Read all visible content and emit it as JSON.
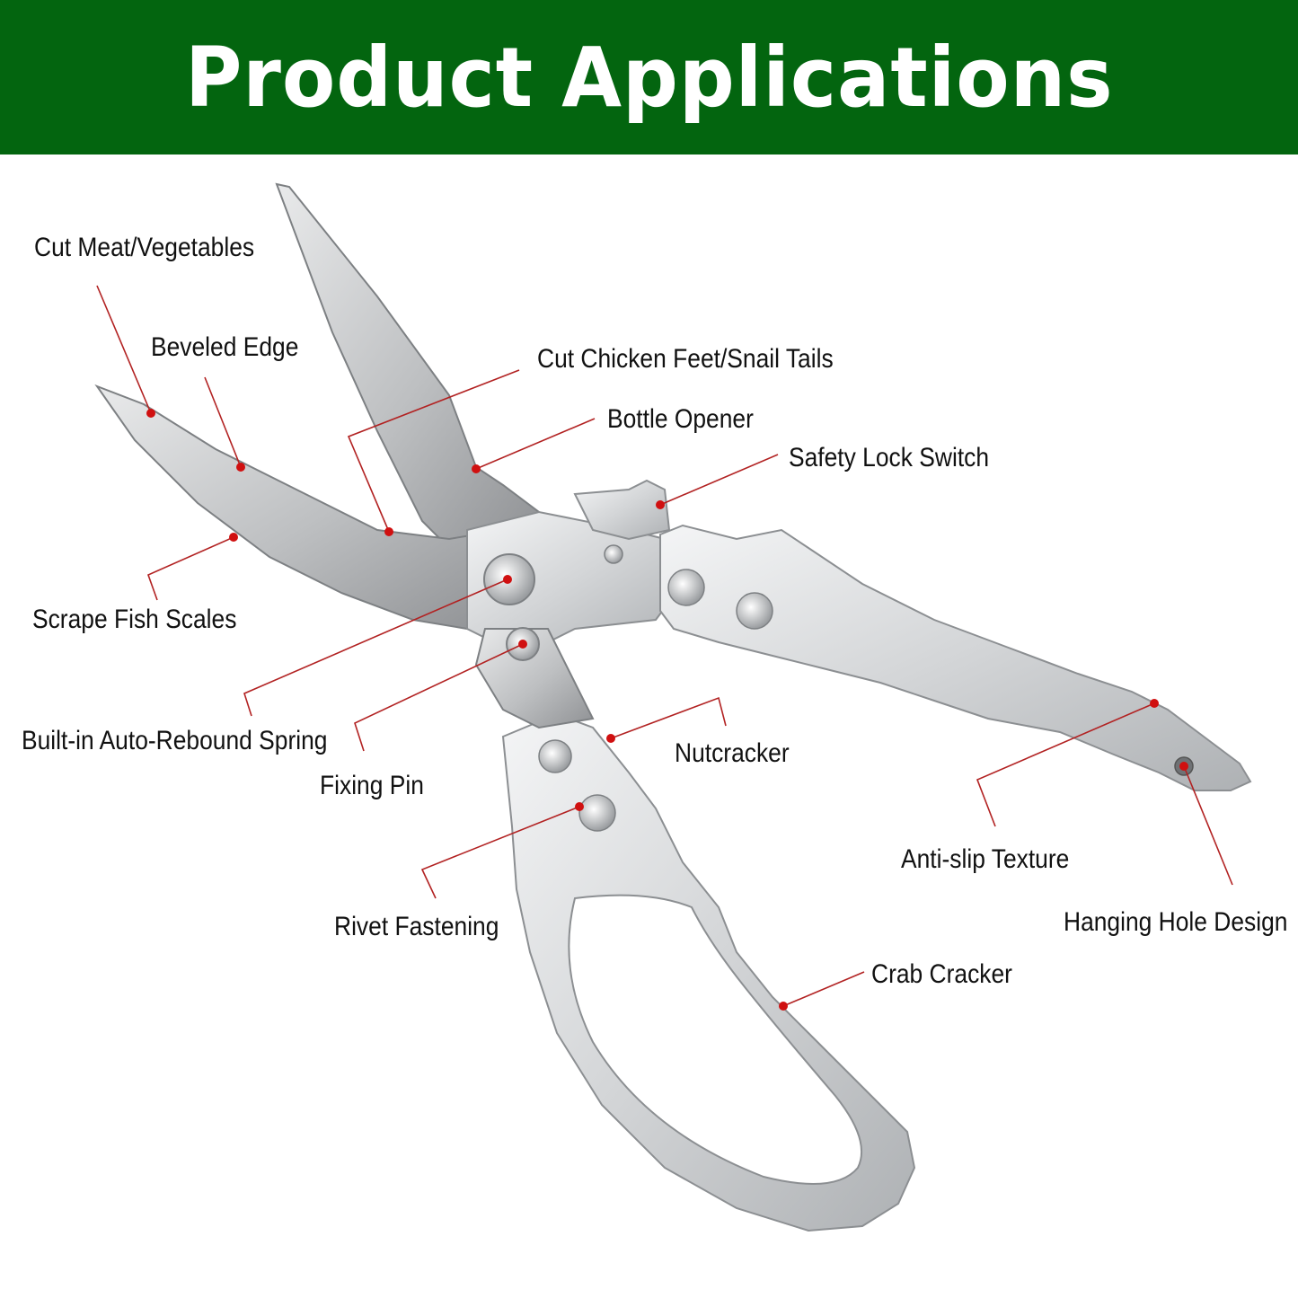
{
  "header": {
    "title": "Product Applications"
  },
  "colors": {
    "banner": "#03650f",
    "leader_line": "#b22222",
    "dot": "#d01010",
    "steel": "#cfd1d3"
  },
  "callouts": {
    "cut_meat_vegetables": "Cut Meat/Vegetables",
    "beveled_edge": "Beveled Edge",
    "cut_chicken_feet": "Cut Chicken Feet/Snail Tails",
    "bottle_opener": "Bottle Opener",
    "safety_lock_switch": "Safety Lock Switch",
    "scrape_fish_scales": "Scrape Fish Scales",
    "auto_rebound_spring": "Built-in Auto-Rebound Spring",
    "fixing_pin": "Fixing Pin",
    "nutcracker": "Nutcracker",
    "anti_slip_texture": "Anti-slip Texture",
    "hanging_hole_design": "Hanging Hole Design",
    "rivet_fastening": "Rivet Fastening",
    "crab_cracker": "Crab Cracker"
  }
}
